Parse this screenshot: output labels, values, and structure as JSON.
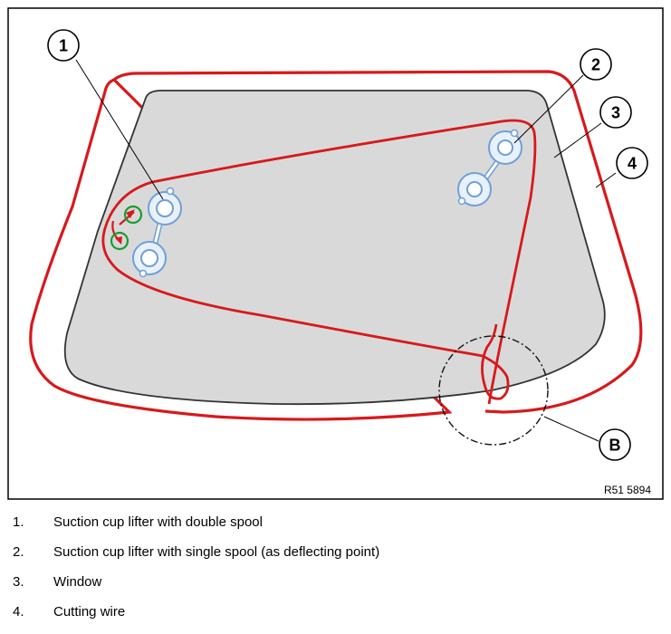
{
  "figure": {
    "ref_code": "R51 5894",
    "callouts": [
      "1",
      "2",
      "3",
      "4",
      "B"
    ],
    "colors": {
      "cutting_wire": "#d7191c",
      "window_fill": "#d9d9d9",
      "window_outline": "#333333",
      "suction_cup": "#6f9fd8",
      "marker": "#1a9c2e"
    }
  },
  "legend": {
    "items": [
      {
        "num": "1.",
        "text": "Suction cup lifter with double spool"
      },
      {
        "num": "2.",
        "text": "Suction cup lifter with single spool (as deflecting point)"
      },
      {
        "num": "3.",
        "text": "Window"
      },
      {
        "num": "4.",
        "text": "Cutting wire"
      }
    ]
  }
}
